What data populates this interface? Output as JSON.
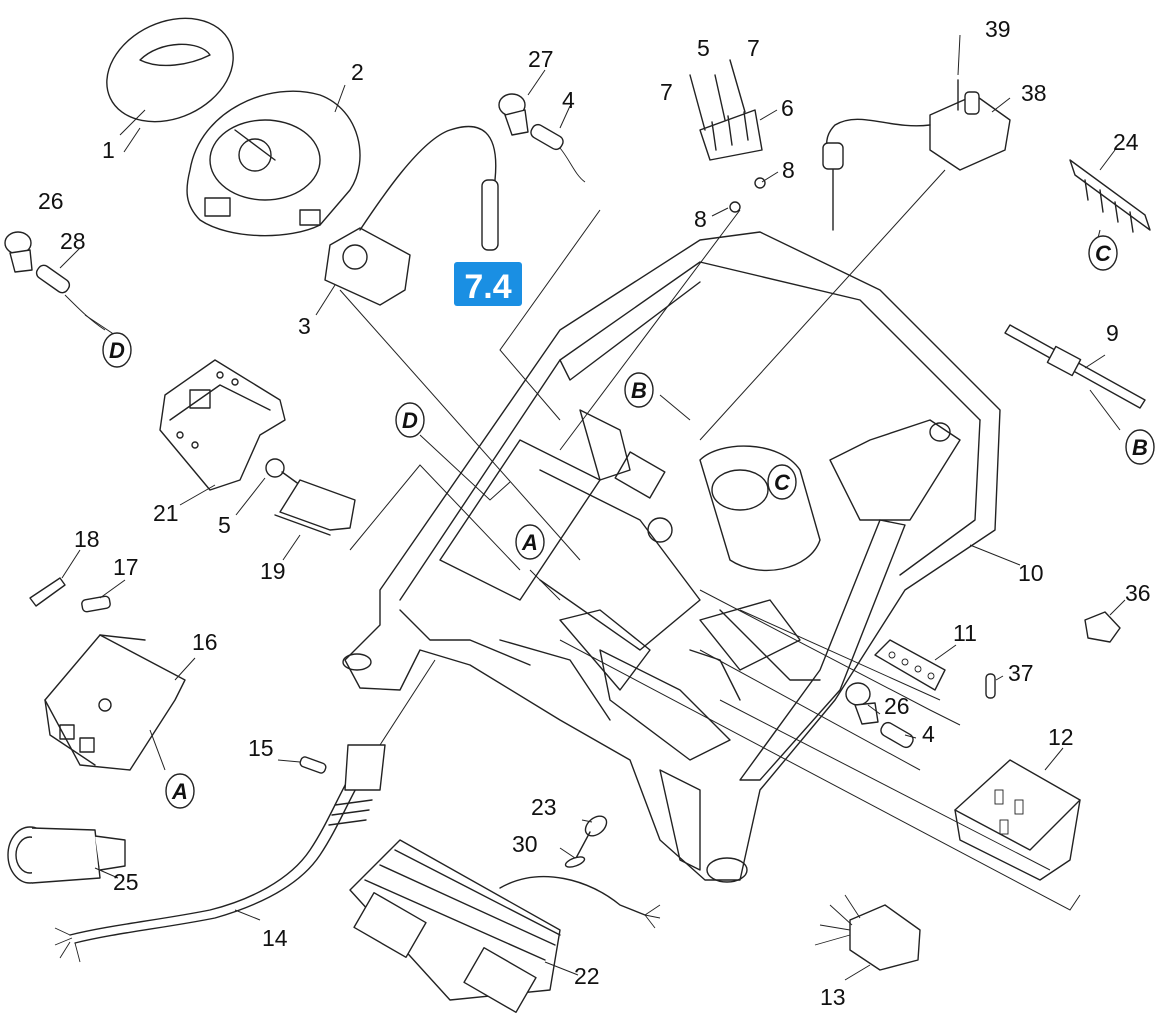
{
  "callouts": {
    "c1": "1",
    "c2": "2",
    "c3": "3",
    "c4a": "4",
    "c4b": "4",
    "c5a": "5",
    "c5b": "5",
    "c6": "6",
    "c7a": "7",
    "c7b": "7",
    "c8a": "8",
    "c8b": "8",
    "c9": "9",
    "c10": "10",
    "c11": "11",
    "c12": "12",
    "c13": "13",
    "c14": "14",
    "c15": "15",
    "c16": "16",
    "c17": "17",
    "c18": "18",
    "c19": "19",
    "c21": "21",
    "c22": "22",
    "c23": "23",
    "c24": "24",
    "c25": "25",
    "c26a": "26",
    "c26b": "26",
    "c27": "27",
    "c28": "28",
    "c30": "30",
    "c36": "36",
    "c37": "37",
    "c38": "38",
    "c39": "39"
  },
  "references": {
    "A1": "A",
    "A2": "A",
    "B1": "B",
    "B2": "B",
    "C1": "C",
    "C2": "C",
    "D1": "D",
    "D2": "D"
  },
  "section_badge": {
    "label": "7.4",
    "color": "#1a8fe3"
  }
}
